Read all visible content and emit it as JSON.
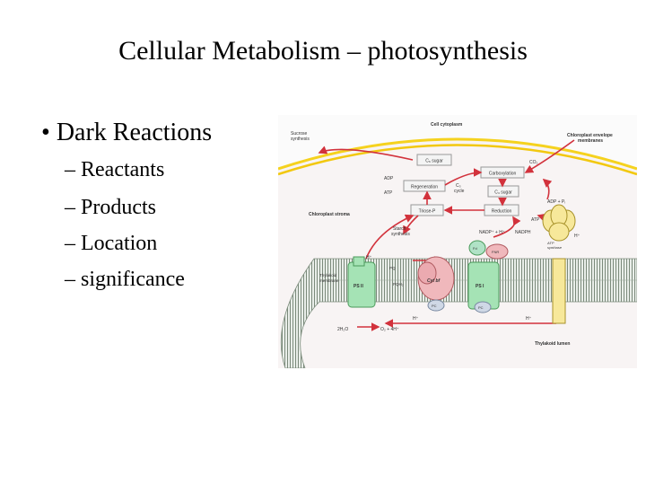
{
  "slide": {
    "title": "Cellular Metabolism – photosynthesis",
    "main_bullet": "Dark Reactions",
    "sub_items": [
      "Reactants",
      "Products",
      "Location",
      "significance"
    ]
  },
  "figure": {
    "labels": {
      "cell_cytoplasm": "Cell cytoplasm",
      "sucrose_synthesis_1": "Sucrose",
      "sucrose_synthesis_2": "synthesis",
      "chloroplast_envelope_1": "Chloroplast envelope",
      "chloroplast_envelope_2": "membranes",
      "co2": "CO₂",
      "c6_sugar": "C₆ sugar",
      "carboxylation": "Carboxylation",
      "c3_cycle_1": "C₃",
      "c3_cycle_2": "cycle",
      "c3_sugar": "C₃ sugar",
      "adp": "ADP",
      "atp": "ATP",
      "regeneration": "Regeneration",
      "triose_p": "Triose-P",
      "reduction": "Reduction",
      "adp_pi": "ADP + Pᵢ",
      "atp2": "ATP",
      "chloroplast_stroma": "Chloroplast stroma",
      "starch_1": "Starch",
      "starch_2": "synthesis",
      "nadp_h": "NADP⁺ + H⁺",
      "nadph": "NADPH",
      "h_plus_right": "H⁺",
      "atp_synthase_1": "ATP",
      "atp_synthase_2": "synthase",
      "h_plus_top": "H⁺",
      "fd": "Fd",
      "fnr": "FNR",
      "pq": "PQ",
      "pqh2": "PQH₂",
      "thylakoid_membrane_1": "Thylakoid",
      "thylakoid_membrane_2": "membrane",
      "ps2": "PS II",
      "cyt_bf": "Cyt bf",
      "ps1": "PS I",
      "pc1": "PC",
      "pc2": "PC",
      "h_plus_bottom1": "H⁺",
      "h_plus_bottom2": "H⁺",
      "h2o": "2H₂O",
      "o2": "O₂ + 4H⁺",
      "thylakoid_lumen": "Thylakoid lumen"
    }
  }
}
